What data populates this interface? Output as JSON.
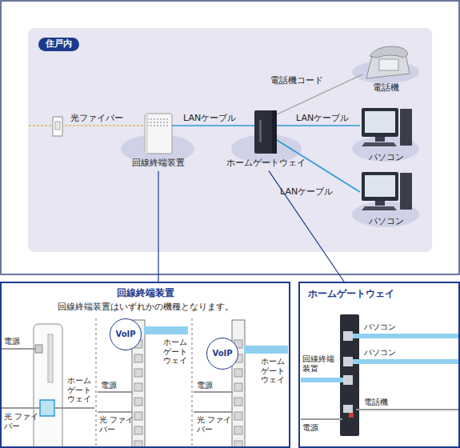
{
  "diagram": {
    "nodes": [
      {
        "text": [
          "住戸内"
        ]
      },
      {
        "text": [
          "回線終端装置"
        ],
        "in": 0
      },
      {
        "text": [
          "ホームゲートウェイ"
        ],
        "in": 0
      },
      {
        "text": [
          "電話機"
        ],
        "in": 0
      },
      {
        "text": [
          "パソコン"
        ],
        "in": 0
      },
      {
        "text": [
          "パソコン"
        ],
        "in": 0
      },
      {
        "text": [
          "回線終端装置",
          "回線終端装置はいずれかの機種となります。"
        ]
      },
      {
        "text": [
          "VoIP"
        ],
        "in": 6
      },
      {
        "text": [
          "VoIP"
        ],
        "in": 6
      },
      {
        "text": [
          "ホームゲートウェイ"
        ]
      }
    ],
    "edges": [
      {
        "from": 1,
        "to": 2,
        "arrow": "none",
        "label": "LANケーブル"
      },
      {
        "from": 2,
        "to": 3,
        "arrow": "none",
        "label": "電話機コード"
      },
      {
        "from": 2,
        "to": 4,
        "arrow": "none",
        "label": "LANケーブル"
      },
      {
        "from": 2,
        "to": 5,
        "arrow": "none",
        "label": "LANケーブル"
      },
      {
        "from": 1,
        "to": 6,
        "arrow": "none"
      },
      {
        "from": 2,
        "to": 9,
        "arrow": "none"
      }
    ],
    "labels": [
      "光ファイバー",
      "電源",
      "光 ファイバー",
      "ホーム ゲート ウェイ",
      "電源",
      "光 ファイバー",
      "ホーム ゲート ウェイ",
      "電源",
      "光 ファイバー",
      "ホーム ゲート ウェイ",
      "パソコン",
      "パソコン",
      "回線終端 装置",
      "電話機",
      "電源"
    ]
  }
}
